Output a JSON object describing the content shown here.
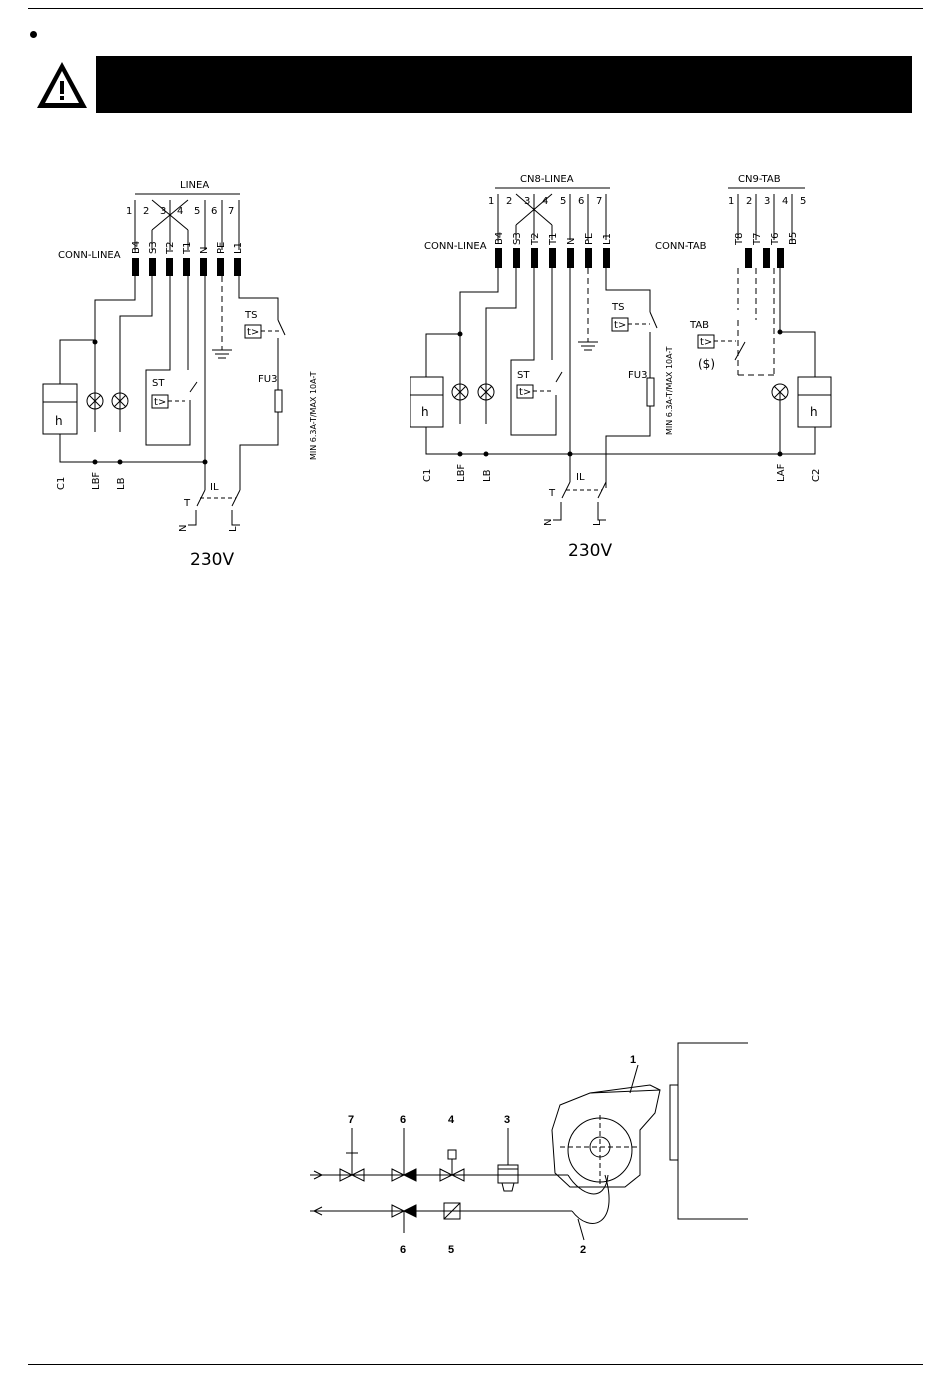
{
  "warning": {
    "icon": "warning-triangle-icon"
  },
  "diagram_left": {
    "line_label": "LINEA",
    "conn_label": "CONN-LINEA",
    "pin_numbers": [
      "1",
      "2",
      "3",
      "4",
      "5",
      "6",
      "7"
    ],
    "pin_codes": [
      "B4",
      "S3",
      "T2",
      "T1",
      "N",
      "PE",
      "L1"
    ],
    "ts": "TS",
    "st": "ST",
    "fu": "FU3",
    "fuse_rating": "MIN 6.3A-T/MAX 10A-T",
    "hour_meter": "h",
    "comp_labels": [
      "C1",
      "LBF",
      "LB"
    ],
    "il": "IL",
    "t": "T",
    "n": "N",
    "l": "L",
    "voltage": "230V",
    "thermo_symbol": "t>"
  },
  "diagram_right": {
    "line_label": "CN8-LINEA",
    "conn_label": "CONN-LINEA",
    "pin_numbers": [
      "1",
      "2",
      "3",
      "4",
      "5",
      "6",
      "7"
    ],
    "pin_codes": [
      "B4",
      "S3",
      "T2",
      "T1",
      "N",
      "PE",
      "L1"
    ],
    "tab_line_label": "CN9-TAB",
    "tab_conn_label": "CONN-TAB",
    "tab_pin_numbers": [
      "1",
      "2",
      "3",
      "4",
      "5"
    ],
    "tab_pin_codes": [
      "T8",
      "T7",
      "T6",
      "B5"
    ],
    "ts": "TS",
    "st": "ST",
    "fu": "FU3",
    "tab": "TAB",
    "tab_paren": "($)",
    "fuse_rating": "MIN 6.3A-T/MAX 10A-T",
    "hour_meter": "h",
    "comp_labels": [
      "C1",
      "LBF",
      "LB"
    ],
    "comp_labels_right": [
      "LAF",
      "C2"
    ],
    "il": "IL",
    "t": "T",
    "n": "N",
    "l": "L",
    "voltage": "230V",
    "thermo_symbol": "t>"
  },
  "fuel_diagram": {
    "callouts": [
      "1",
      "2",
      "3",
      "4",
      "5",
      "6",
      "6",
      "7"
    ]
  }
}
